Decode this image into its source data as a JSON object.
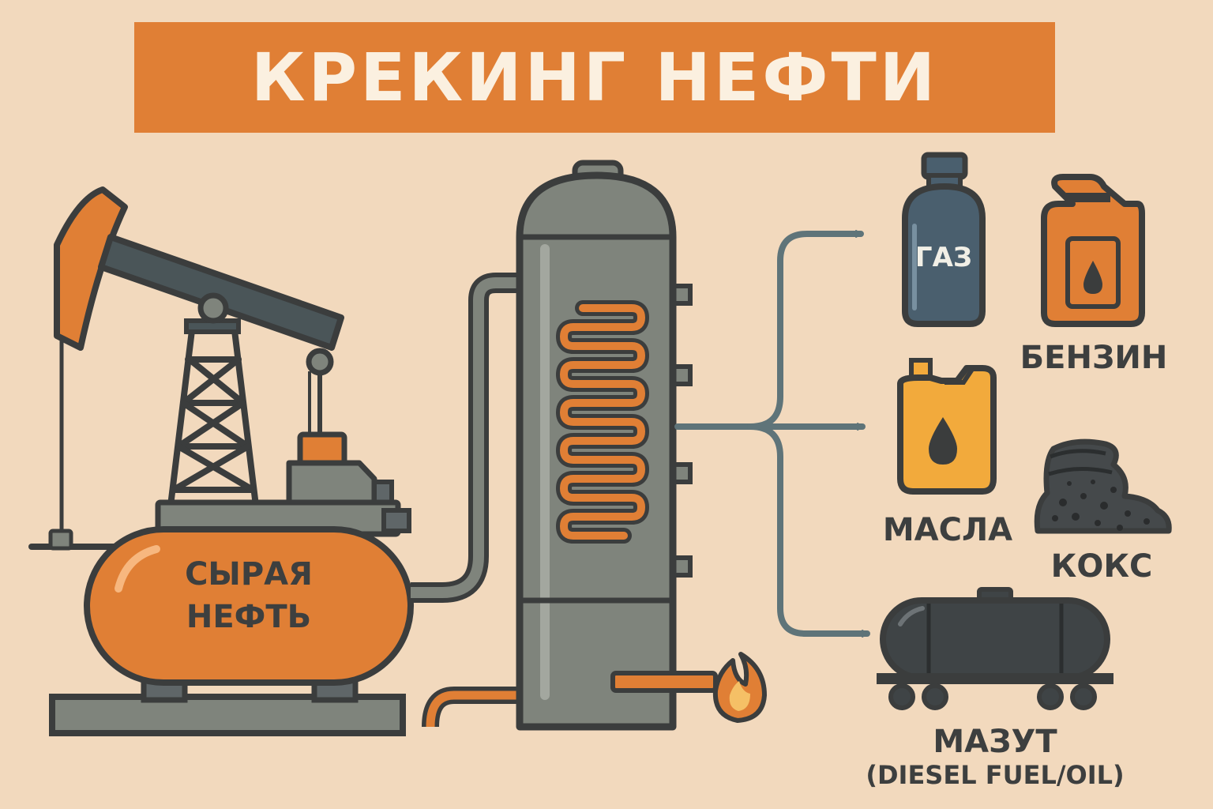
{
  "title": "КРЕКИНГ НЕФТИ",
  "source": {
    "line1": "СЫРАЯ",
    "line2": "НЕФТЬ"
  },
  "products": {
    "gas": "ГАЗ",
    "gasoline": "БЕНЗИН",
    "oils": "МАСЛА",
    "coke": "КОКС",
    "fuel_oil": "МАЗУТ",
    "fuel_oil_note": "(DIESEL FUEL/OIL)"
  },
  "colors": {
    "background": "#f2d9bd",
    "accent": "#e07f35",
    "outline": "#3b3d3d",
    "steel": "#7f847c",
    "pipe": "#5f7479",
    "oil_can": "#f2aa3c"
  }
}
